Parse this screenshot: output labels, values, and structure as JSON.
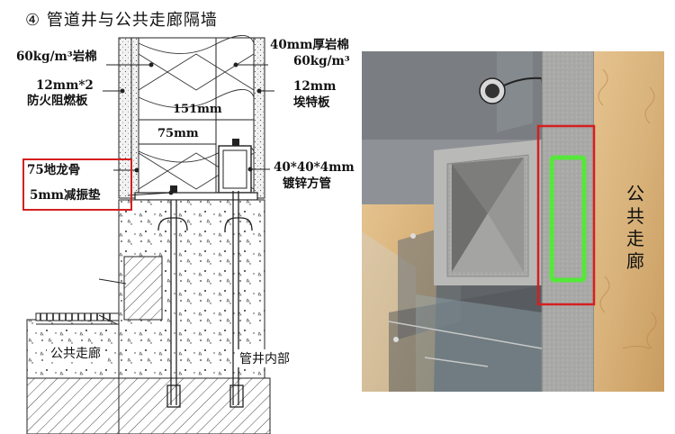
{
  "title": "④ 管道井与公共走廊隔墙",
  "labels": {
    "rock_wool_60": "60kg/m³岩棉",
    "fire_board_1": "12mm*2",
    "fire_board_2": "防火阻燃板",
    "dim_151": "151mm",
    "dim_75": "75mm",
    "keel_75": "75地龙骨",
    "damping_pad": "5mm减振垫",
    "rock_wool_40_1": "40mm厚岩棉",
    "rock_wool_40_2": "60kg/m³",
    "eter_board_1": "12mm",
    "eter_board_2": "埃特板",
    "steel_tube_1": "40*40*4mm",
    "steel_tube_2": "镀锌方管",
    "public_corridor": "公共走廊",
    "shaft_interior": "管井内部",
    "corridor_vertical": [
      "公",
      "共",
      "走",
      "廊"
    ]
  },
  "colors": {
    "highlight_red": "#d42020",
    "highlight_green": "#55e83a",
    "wall_gray": "#a9a9a7",
    "wood_floor": "#d8b27a"
  }
}
